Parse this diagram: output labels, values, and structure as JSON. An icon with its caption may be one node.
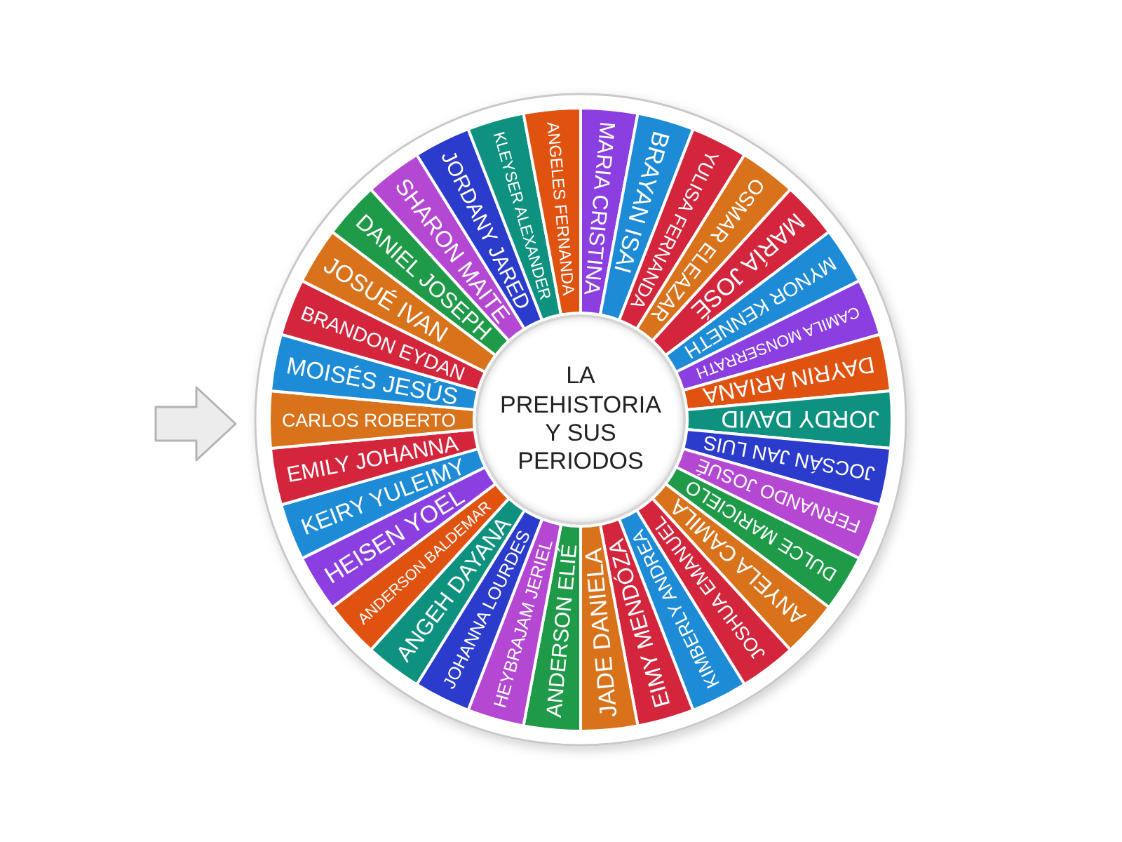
{
  "diagram": {
    "nodes": [
      {
        "text": [
          "LA PREHISTORIA Y SUS PERIODOS"
        ]
      },
      {
        "text": [
          "MARIA CRISTINA"
        ]
      },
      {
        "text": [
          "BRAYAN ISAI"
        ]
      },
      {
        "text": [
          "YULISA FERNANDA"
        ]
      },
      {
        "text": [
          "OSMAR ELEAZAR"
        ]
      },
      {
        "text": [
          "MARÍA JOSÉ"
        ]
      },
      {
        "text": [
          "MYNOR KENNETH"
        ]
      },
      {
        "text": [
          "CAMILA MONSERRATH"
        ]
      },
      {
        "text": [
          "DAYRIN ARIANA"
        ]
      },
      {
        "text": [
          "JORDY DAVID"
        ]
      },
      {
        "text": [
          "JOCSÁN JAN LUIS"
        ]
      },
      {
        "text": [
          "FERNANDO JOSUÉ"
        ]
      },
      {
        "text": [
          "DULCE MARICIELO"
        ]
      },
      {
        "text": [
          "ANYELA CAMILA"
        ]
      },
      {
        "text": [
          "JOSHUA EMANUEL"
        ]
      },
      {
        "text": [
          "KIMBERLY ANDREA"
        ]
      },
      {
        "text": [
          "EIMY MENDÓZA"
        ]
      },
      {
        "text": [
          "JADE DANIELA"
        ]
      },
      {
        "text": [
          "ANDERSON ELIÉ"
        ]
      },
      {
        "text": [
          "HEYBRAJAM JERIEL"
        ]
      },
      {
        "text": [
          "JOHANNA LOURDES"
        ]
      },
      {
        "text": [
          "ANGEH DAYANA"
        ]
      },
      {
        "text": [
          "ANDERSON BALDEMAR"
        ]
      },
      {
        "text": [
          "HEISEN YOEL"
        ]
      },
      {
        "text": [
          "KEIRY YULEIMY"
        ]
      },
      {
        "text": [
          "EMILY JOHANNA"
        ]
      },
      {
        "text": [
          "CARLOS ROBERTO"
        ]
      },
      {
        "text": [
          "MOISÉS JESÚS"
        ]
      },
      {
        "text": [
          "BRANDON EYDAN"
        ]
      },
      {
        "text": [
          "JOSUÉ IVAN"
        ]
      },
      {
        "text": [
          "DANIEL JOSEPH"
        ]
      },
      {
        "text": [
          "SHARON MAITE"
        ]
      },
      {
        "text": [
          "JORDANY JARED"
        ]
      },
      {
        "text": [
          "KLEYSER ALEXANDER"
        ]
      },
      {
        "text": [
          "ANGELES FERNANDA"
        ]
      }
    ]
  }
}
